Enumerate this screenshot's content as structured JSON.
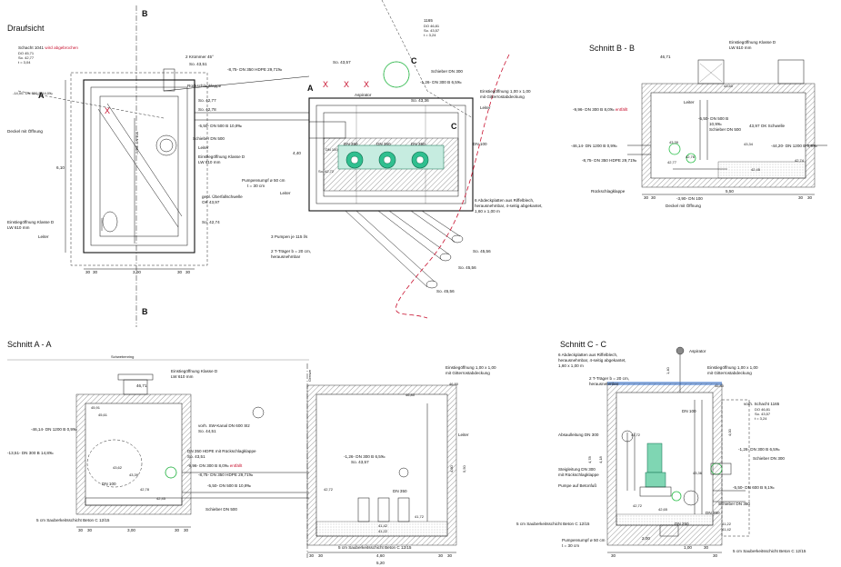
{
  "views": {
    "plan": {
      "title": "Draufsicht",
      "section_markers": [
        "A",
        "A",
        "B",
        "B",
        "C",
        "C"
      ],
      "labels": {
        "schacht_1041": "Schacht 1041",
        "schacht_1041_note": "wird abgebrochen",
        "schacht_1041_do": "DO 45,71",
        "schacht_1041_so": "So. 42,77",
        "schacht_1041_t": "t = 3,04",
        "deckel": "Deckel mit Öffnung",
        "einstieg_d": "Einstiegöffnung Klasse D",
        "einstieg_lw": "LW 610 mm",
        "leiter": "Leiter",
        "kruemmer": "2 Krümmer 45°",
        "so_4351": "So. 43,51",
        "hdpe": "-8,75- DN 350 HDPE 29,71‰",
        "rueckschlag": "Rückschlagklappe",
        "so_4277": "So. 42,77",
        "so_4278": "So. 42,78",
        "schieber_500": "Schieber DN 500",
        "dn500": "-5,50- DN 500 B 10,9‰",
        "dn100_v": "-3,90- DN 100",
        "leiter2": "Leiter",
        "einstieg_d2": "Einstiegöffnung Klasse D",
        "lw610_2": "LW 610 mm",
        "ueberfall": "gepl. Überfallschwelle",
        "ok": "OK 43,97",
        "so_4274": "So. 42,74",
        "dn350_diag": "-14,00- DN 350 B 14,0‰",
        "schacht_1165": "1165",
        "s1165_do": "DO 46,81",
        "s1165_so": "So. 43,57",
        "s1165_t": "t = 3,24",
        "so_4357": "So. 43,57",
        "schieber_300": "Schieber DN 300",
        "dn300": "-1,26- DN 300 B 6,5‰",
        "aspirator": "Aspirator",
        "so_4336": "So. 43,36",
        "einstieg_top": "Einstiegöffnung 1,00 x 1,00",
        "gitterrost": "mit Gitterrostabdeckung",
        "leiter3": "Leiter",
        "dn100": "DN 100",
        "dn350a": "DN 350",
        "dn350b": "DN 350",
        "dn350c": "DN 350",
        "so_4272": "So. 42,72",
        "pumpensumpf": "Pumpensumpf ø 50 cm",
        "t30": "t = 30 cm",
        "leiter4": "Leiter",
        "pumpen": "3 Pumpen je 115 l/s",
        "abdeck1": "6 Abdeckplatten aus Riffelblech,",
        "abdeck2": "herausnehmbar, 4-seitig abgekantet,",
        "abdeck3": "1,60 x 1,00 m",
        "traeger1": "2 T-Träger b = 20 cm,",
        "traeger2": "herausnehmbar",
        "so_4556a": "So. 45,56",
        "so_4556b": "So. 45,56",
        "so_4556c": "So. 45,56",
        "dn100b": "DN 100"
      },
      "dims_bottom": [
        "30",
        "30",
        "3,00",
        "30",
        "30"
      ],
      "dim_left": "6,10",
      "dim_right": "4,40"
    },
    "section_bb": {
      "title": "Schnitt B - B",
      "labels": {
        "einstieg": "Einstiegöffnung Klasse D",
        "lw": "LW 610 mm",
        "do": "46,71",
        "leiter": "Leiter",
        "dn500": "-5,50- DN 500 B",
        "dn500b": "10,9‰",
        "schieber": "Schieber DN 500",
        "ok": "43,97 OK Schwelle",
        "dn300": "-9,96- DN 300 B 8,0‰",
        "entfaellt": "entfällt",
        "dn1200": "-46,14- DN 1200 B 0,9‰",
        "dn1200r": "-44,20- DN 1200 B 0,9‰",
        "hdpe": "-8,75- DN 350 HDPE 29,71‰",
        "rueckschlag": "Rückschlagklappe",
        "dn100": "-3,90- DN 100",
        "deckel": "Deckel mit Öffnung",
        "h4360": "43,60",
        "h4339": "43,39",
        "h4334": "43,34",
        "h4274": "42,74",
        "h4245": "42,45",
        "h4277": "42,77",
        "h4276": "42,76"
      },
      "dims_bottom": [
        "30",
        "30",
        "5,50",
        "30",
        "30"
      ]
    },
    "section_aa": {
      "title": "Schnitt A - A",
      "labels": {
        "schwebe": "Schwebenring",
        "einstieg": "Einstiegöffnung Klasse D",
        "lw": "LW 610 mm",
        "do": "46,71",
        "grenze": "Grenze",
        "h4591": "45,91",
        "h4561": "45,61",
        "dn1200": "-46,14- DN 1200 B 0,9‰",
        "sw_kanal": "vorh. SW-Kanal DN 600 Stz",
        "so_4451": "So. 44,51",
        "dn300_left": "-13,51- DN 300 B 14,8‰",
        "hdpe_rk": "DN 350 HDPE mit Rückschlagklappe",
        "so_4351": "So. 43,51",
        "dn300_mid": "-9,96- DN 300 B 8,0‰",
        "entfaellt": "entfällt",
        "hdpe": "-8,75- DN 350 HDPE 29,71‰",
        "dn500": "-5,50- DN 500 B 10,9‰",
        "h4362": "43,62",
        "h4339": "43,39",
        "h4278": "42,78",
        "h4245": "42,45",
        "dn100": "DN 100",
        "schieber": "Schieber DN 500",
        "sauber": "5 cm Sauberkeitsschicht Beton C 12/15",
        "einstieg2": "Einstiegöffnung 1,00 x 1,00",
        "gitterrost": "mit Gitterrostabdeckung",
        "h4680": "46,80",
        "h4680b": "46,80",
        "leiter": "Leiter",
        "dn300b": "-1,26- DN 300 B 6,5‰",
        "so_4357": "So. 43,57",
        "dn350": "DN 350",
        "h4272": "42,72",
        "h4172": "41,72",
        "h4142": "41,42",
        "h4122": "41,22",
        "sauber2": "5 cm Sauberkeitsschicht Beton C 12/15"
      },
      "dims_left": [
        "30",
        "30",
        "3,00",
        "30",
        "30"
      ],
      "dims_right": [
        "30",
        "30",
        "4,60",
        "30",
        "30"
      ],
      "dim_right_total": "5,20",
      "dim_h1": "4,80",
      "dim_h2": "5,50"
    },
    "section_cc": {
      "title": "Schnitt C - C",
      "labels": {
        "aspirator": "Aspirator",
        "abdeck1": "6 Abdeckplatten aus Riffelblech,",
        "abdeck2": "herausnehmbar, 4-seitig abgekantet,",
        "abdeck3": "1,60 x 1,00 m",
        "traeger1": "2 T-Träger b = 20 cm,",
        "traeger2": "herausnehmbar",
        "einstieg": "Einstiegöffnung 1,00 x 1,00",
        "gitterrost": "mit Gitterrostabdeckung",
        "h4680": "46,80",
        "dn100": "DN 100",
        "vorh_schacht": "vorh. Schacht 1165",
        "s_do": "DO 46,81",
        "s_so": "So. 43,57",
        "s_t": "t = 3,24",
        "abs": "Absaulleitung DN 300",
        "h4472": "44,72",
        "dn300": "-1,26- DN 300 B 6,5‰",
        "schieber300": "Schieber DN 300",
        "steig": "Steigleitung DN 300",
        "rk": "mit Rückschlagklappe",
        "pumpe": "Pumpe auf Betonfuß",
        "h4336": "43,36",
        "h4272": "42,72",
        "dn600": "-5,50- DN 600 B 9,1‰",
        "schieber350": "Schieber DN 350",
        "dn350": "DN 350",
        "h4265": "42,65",
        "sauber": "5 cm Sauberkeitsschicht Beton C 12/15",
        "dn250": "DN 250",
        "h4122": "41,22",
        "h4142": "41,42",
        "pumpensumpf": "Pumpensumpf ø 50 cm",
        "t30": "t = 30 cm",
        "sauber2": "5 cm Sauberkeitsschicht Beton C 12/15",
        "dim_200": "2,00",
        "dim_140": "1,40",
        "dim_418": "4,18",
        "dim_478": "4,78",
        "dim_400": "4,00"
      },
      "dims_bottom": [
        "30",
        "1,00",
        "30",
        "30"
      ]
    }
  }
}
